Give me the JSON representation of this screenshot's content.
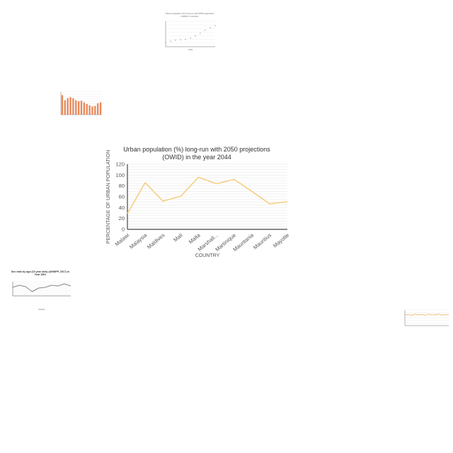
{
  "chart_data": [
    {
      "id": "main",
      "type": "line",
      "title": "Urban population (%) long-run with 2050 projections (OWID) in the year 2044",
      "xlabel": "COUNTRY",
      "ylabel": "PERCENTAGE OF URBAN POPULATION",
      "categories": [
        "Malawi",
        "Malaysia",
        "Maldives",
        "Mali",
        "Malta",
        "Marshall...",
        "Martinique",
        "Mauritania",
        "Mauritius",
        "Mayotte"
      ],
      "values": [
        29,
        86,
        52,
        61,
        96,
        84,
        92,
        70,
        47,
        51
      ],
      "yticks": [
        "0",
        "20",
        "40",
        "60",
        "80",
        "100",
        "120"
      ],
      "ylim": [
        0,
        120
      ],
      "grid": true,
      "color": "#f5cf85"
    },
    {
      "id": "top-scatter",
      "type": "scatter",
      "title": "Urban population (%) long-run with 2050 projections (OWID) in Vietnam",
      "xlabel": "Years",
      "ylabel": "",
      "x": [
        1950,
        1960,
        1970,
        1980,
        1990,
        2000,
        2010,
        2020,
        2030,
        2040,
        2050
      ],
      "values": [
        12,
        15,
        18,
        19,
        20,
        24,
        30,
        37,
        45,
        52,
        58
      ],
      "ylim": [
        0,
        70
      ],
      "grid": true,
      "color": "#999999"
    },
    {
      "id": "left-bar",
      "type": "bar",
      "title": "",
      "values": [
        95,
        70,
        80,
        85,
        80,
        70,
        65,
        68,
        60,
        52,
        45,
        40,
        42,
        55,
        60
      ],
      "ylim": [
        0,
        110
      ],
      "grid": true,
      "color": "#e8885a"
    },
    {
      "id": "bottom-left-line",
      "type": "line",
      "title": "Sex ratio by age (15 year olds) (UNWPP, 2017) in Year 1961",
      "xlabel": "Country",
      "ylabel": "",
      "values": [
        102,
        105,
        103,
        96,
        101,
        102,
        105,
        104,
        107,
        104
      ],
      "ylim": [
        90,
        110
      ],
      "grid": true,
      "color": "#888888"
    },
    {
      "id": "right-line",
      "type": "line",
      "title": "",
      "values": [
        70,
        72,
        65,
        75,
        68,
        72,
        66,
        74,
        70,
        69,
        75,
        67,
        72,
        70
      ],
      "ylim": [
        0,
        100
      ],
      "grid": true,
      "color": "#f0b060"
    }
  ]
}
